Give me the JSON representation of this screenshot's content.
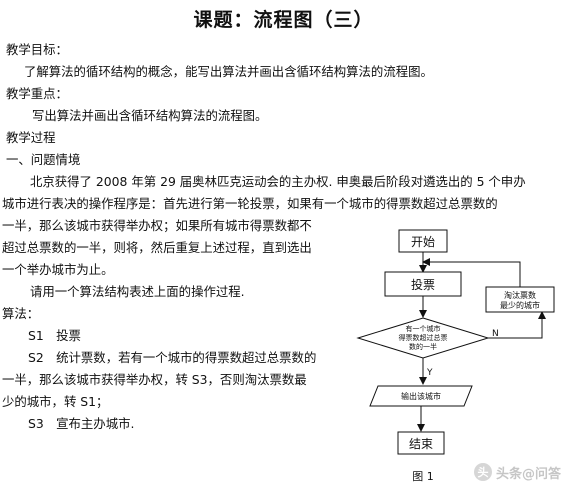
{
  "document": {
    "title": "课题：流程图（三）",
    "lines": [
      "教学目标：",
      "了解算法的循环结构的概念，能写出算法并画出含循环结构算法的流程图。",
      "教学重点：",
      "写出算法并画出含循环结构算法的流程图。",
      "教学过程",
      "一、问题情境",
      "北京获得了 2008 年第 29 届奥林匹克运动会的主办权. 申奥最后阶段对遴选出的 5 个申办",
      "城市进行表决的操作程序是：首先进行第一轮投票，如果有一个城市的得票数超过总票数的",
      "一半，那么该城市获得举办权；如果所有城市得票数都不",
      "超过总票数的一半，则将，然后重复上述过程，直到选出",
      "一个举办城市为止。",
      "请用一个算法结构表述上面的操作过程.",
      "算法：",
      "S1　投票",
      "S2　统计票数，若有一个城市的得票数超过总票数的",
      "一半，那么该城市获得举办权，转 S3，否则淘汰票数最",
      "少的城市，转 S1；",
      "S3　宣布主办城市."
    ]
  },
  "flowchart": {
    "start": "开始",
    "vote": "投票",
    "eliminate_line1": "淘汰票数",
    "eliminate_line2": "最少的城市",
    "decision_line1": "有一个城市",
    "decision_line2": "得票数超过总票",
    "decision_line3": "数的一半",
    "no_label": "N",
    "yes_label": "Y",
    "output": "输出该城市",
    "end": "结束",
    "caption": "图 1"
  },
  "watermark": {
    "icon_glyph": "头",
    "text": "头条@问答"
  }
}
